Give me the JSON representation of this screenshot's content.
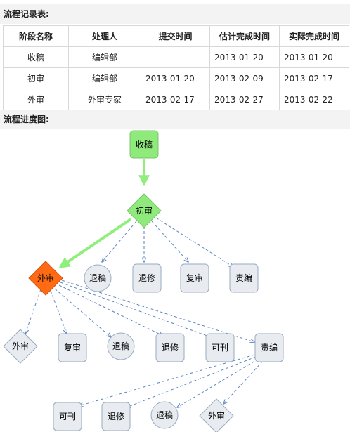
{
  "record_section": {
    "title": "流程记录表:"
  },
  "table": {
    "headers": [
      "阶段名称",
      "处理人",
      "提交时间",
      "估计完成时间",
      "实际完成时间"
    ],
    "rows": [
      [
        "收稿",
        "编辑部",
        "",
        "2013-01-20",
        "2013-01-20"
      ],
      [
        "初审",
        "编辑部",
        "2013-01-20",
        "2013-02-09",
        "2013-02-17"
      ],
      [
        "外审",
        "外审专家",
        "2013-02-17",
        "2013-02-27",
        "2013-02-22"
      ]
    ]
  },
  "progress_section": {
    "title": "流程进度图:"
  },
  "flow": {
    "colors": {
      "done": "#8fea7c",
      "current": "#ff6a13",
      "pending": "#e8ecf1",
      "node_border": "#9aaac2",
      "dashed_line": "#5e86c2",
      "active_line": "#90ee7c"
    },
    "nodes": {
      "shougao": "收稿",
      "chushen": "初审",
      "tuigao_1": "退稿",
      "tuixiu_1": "退修",
      "fushen_1": "复审",
      "zebian_1": "责编",
      "waishen": "外审",
      "waishen_2": "外审",
      "fushen_2": "复审",
      "tuigao_2": "退稿",
      "tuixiu_2": "退修",
      "kekan_1": "可刊",
      "zebian_2": "责编",
      "kekan_2": "可刊",
      "tuixiu_3": "退修",
      "tuigao_3": "退稿",
      "waishen_3": "外审"
    }
  }
}
